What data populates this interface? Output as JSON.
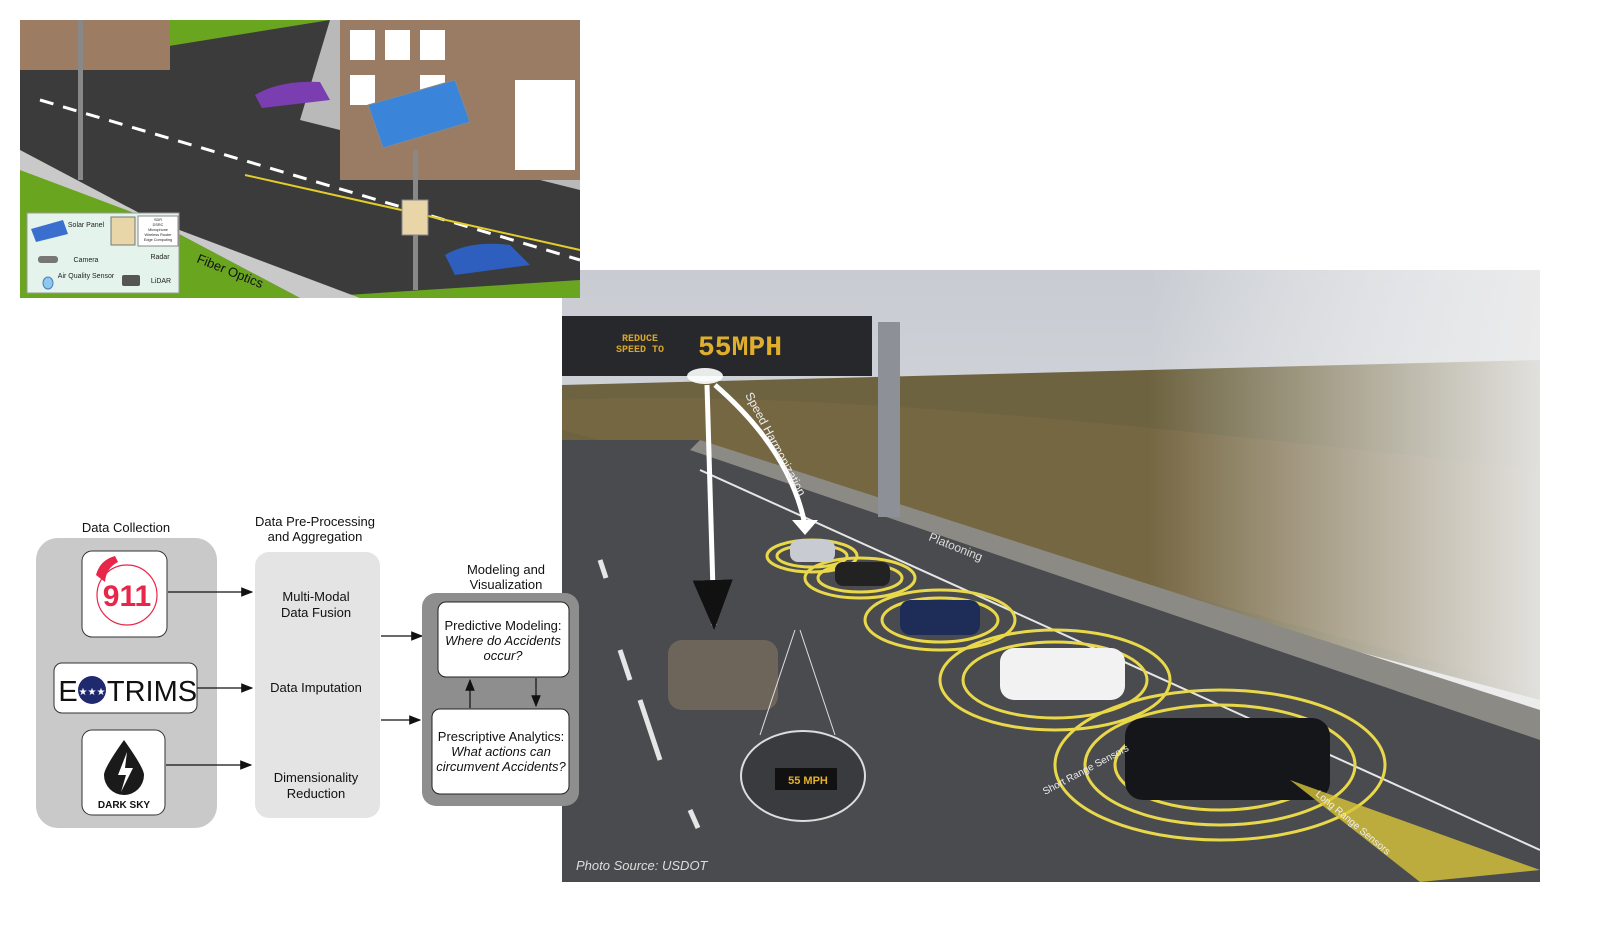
{
  "illustration": {
    "legend": {
      "solar_panel": "Solar Panel",
      "camera": "Camera",
      "air_quality_sensor": "Air Quality Sensor",
      "edge_box_items": [
        "SDR",
        "DSRC",
        "Microphone",
        "Wireless Router",
        "Edge Computing"
      ],
      "radar": "Radar",
      "lidar": "LiDAR"
    },
    "fiber_optics": "Fiber Optics"
  },
  "photo": {
    "sign_small": [
      "REDUCE",
      "SPEED TO"
    ],
    "sign_big": "55MPH",
    "speed_harmonization": "Speed Harmonization",
    "platooning": "Platooning",
    "short_range_sensors": "Short Range Sensors",
    "long_range_sensors": "Long Range Sensors",
    "dash_display": "55 MPH",
    "source": "Photo Source: USDOT"
  },
  "diagram": {
    "data_collection": {
      "title": "Data Collection",
      "sources": [
        "911",
        "E TRIMS",
        "DARK SKY"
      ]
    },
    "preprocessing": {
      "title": [
        "Data Pre-Processing",
        "and Aggregation"
      ],
      "steps": [
        [
          "Multi-Modal",
          "Data Fusion"
        ],
        [
          "Data Imputation"
        ],
        [
          "Dimensionality",
          "Reduction"
        ]
      ]
    },
    "modeling": {
      "title": [
        "Modeling and",
        "Visualization"
      ],
      "predictive": {
        "heading": "Predictive Modeling:",
        "question": [
          "Where do Accidents",
          "occur?"
        ]
      },
      "prescriptive": {
        "heading": "Prescriptive Analytics:",
        "question": [
          "What actions can",
          "circumvent Accidents?"
        ]
      }
    }
  },
  "colors": {
    "collection_box": "#c9c9c9",
    "preprocess_box": "#e4e4e4",
    "modeling_box": "#8e8e8e",
    "accent_911": "#e8264a",
    "sensor_ring": "#e8d84a"
  }
}
